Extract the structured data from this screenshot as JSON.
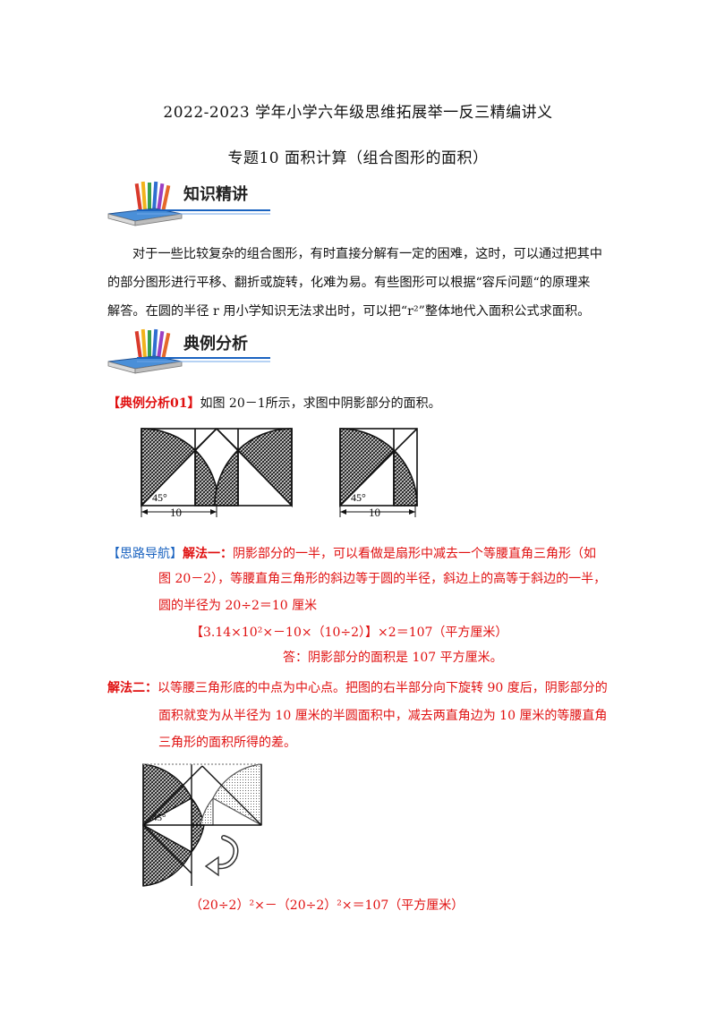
{
  "doc": {
    "title": "2022-2023 学年小学六年级思维拓展举一反三精编讲义",
    "subtitle": "专题10  面积计算（组合图形的面积）"
  },
  "sections": {
    "knowledge": "知识精讲",
    "examples": "典例分析"
  },
  "knowledge_text": [
    "对于一些比较复杂的组合图形，有时直接分解有一定的困难，这时，可以通过把其中",
    "的部分图形进行平移、翻折或旋转，化难为易。有些图形可以根据“容斥问题“的原理来",
    "解答。在圆的半径 r 用小学知识无法求出时，可以把“r²”整体地代入面积公式求面积。"
  ],
  "example01": {
    "tag": "【典例分析01】",
    "text": "如图 20－1所示，求图中阴影部分的面积。"
  },
  "figures": {
    "angle_label": "45°",
    "length_label": "10"
  },
  "solution": {
    "tag": "【思路导航】",
    "method1_label": "解法一：",
    "method1_lines": [
      "阴影部分的一半，可以看做是扇形中减去一个等腰直角三角形（如",
      "图 20－2），等腰直角三角形的斜边等于圆的半径，斜边上的高等于斜边的一半，",
      "圆的半径为 20÷2＝10 厘米"
    ],
    "formula1": "【3.14×10²×－10×（10÷2）】×2＝107（平方厘米）",
    "answer1": "答：阴影部分的面积是 107 平方厘米。",
    "method2_label": "解法二：",
    "method2_lines": [
      "以等腰三角形底的中点为中心点。把图的右半部分向下旋转 90 度后，阴影部分的",
      "面积就变为从半径为 10 厘米的半圆面积中，减去两直角边为 10 厘米的等腰直角",
      "三角形的面积所得的差。"
    ],
    "formula2": "（20÷2）²×－（20÷2）²×＝107（平方厘米）"
  }
}
